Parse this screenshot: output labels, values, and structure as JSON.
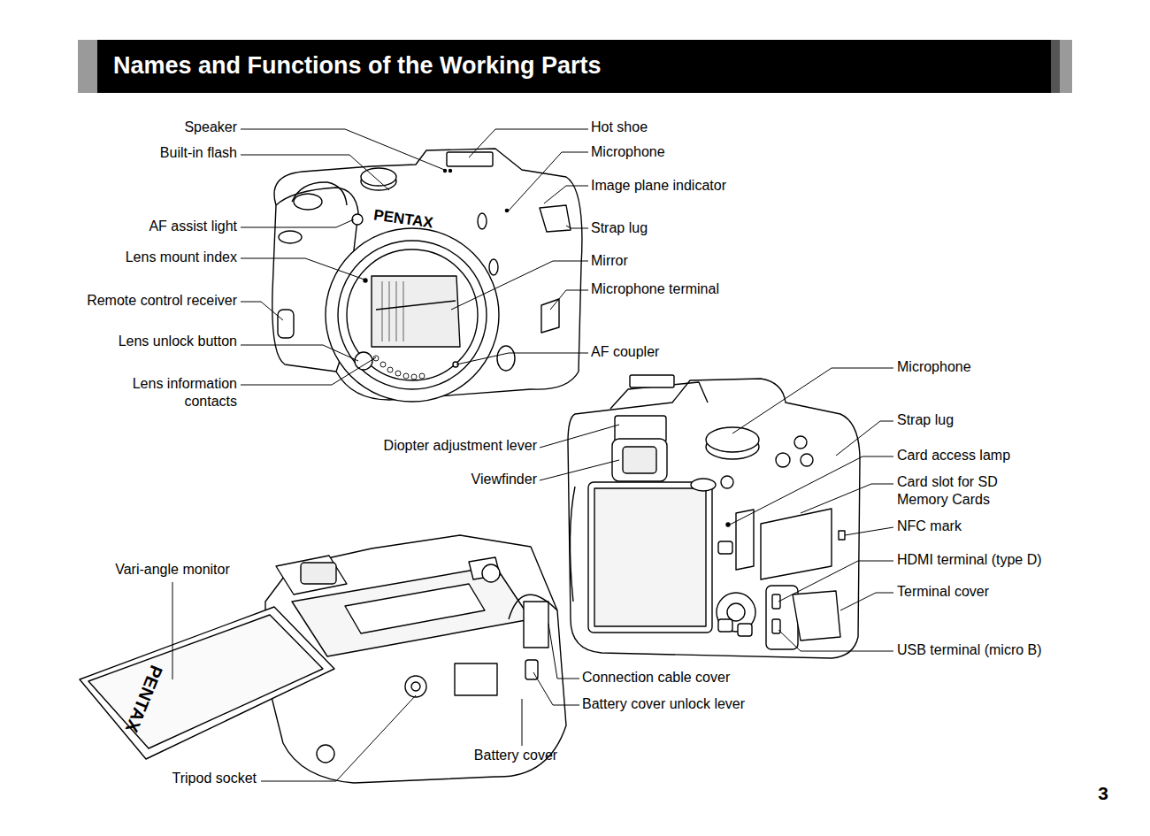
{
  "diagram": {
    "title": "Names and Functions of the Working Parts",
    "labels": [
      "Speaker",
      "Built-in flash",
      "AF assist light",
      "Lens mount index",
      "Remote control receiver",
      "Lens unlock button",
      "Lens information contacts",
      "Hot shoe",
      "Microphone",
      "Image plane indicator",
      "Strap lug",
      "Mirror",
      "Microphone terminal",
      "AF coupler",
      "Microphone",
      "Strap lug",
      "Card access lamp",
      "Card slot for SD Memory Cards",
      "NFC mark",
      "HDMI terminal (type D)",
      "Terminal cover",
      "USB terminal (micro B)",
      "Diopter adjustment lever",
      "Viewfinder",
      "Vari-angle monitor",
      "Connection cable cover",
      "Battery cover unlock lever",
      "Battery cover",
      "Tripod socket",
      "3",
      "PENTAX",
      "PENTAX"
    ]
  }
}
